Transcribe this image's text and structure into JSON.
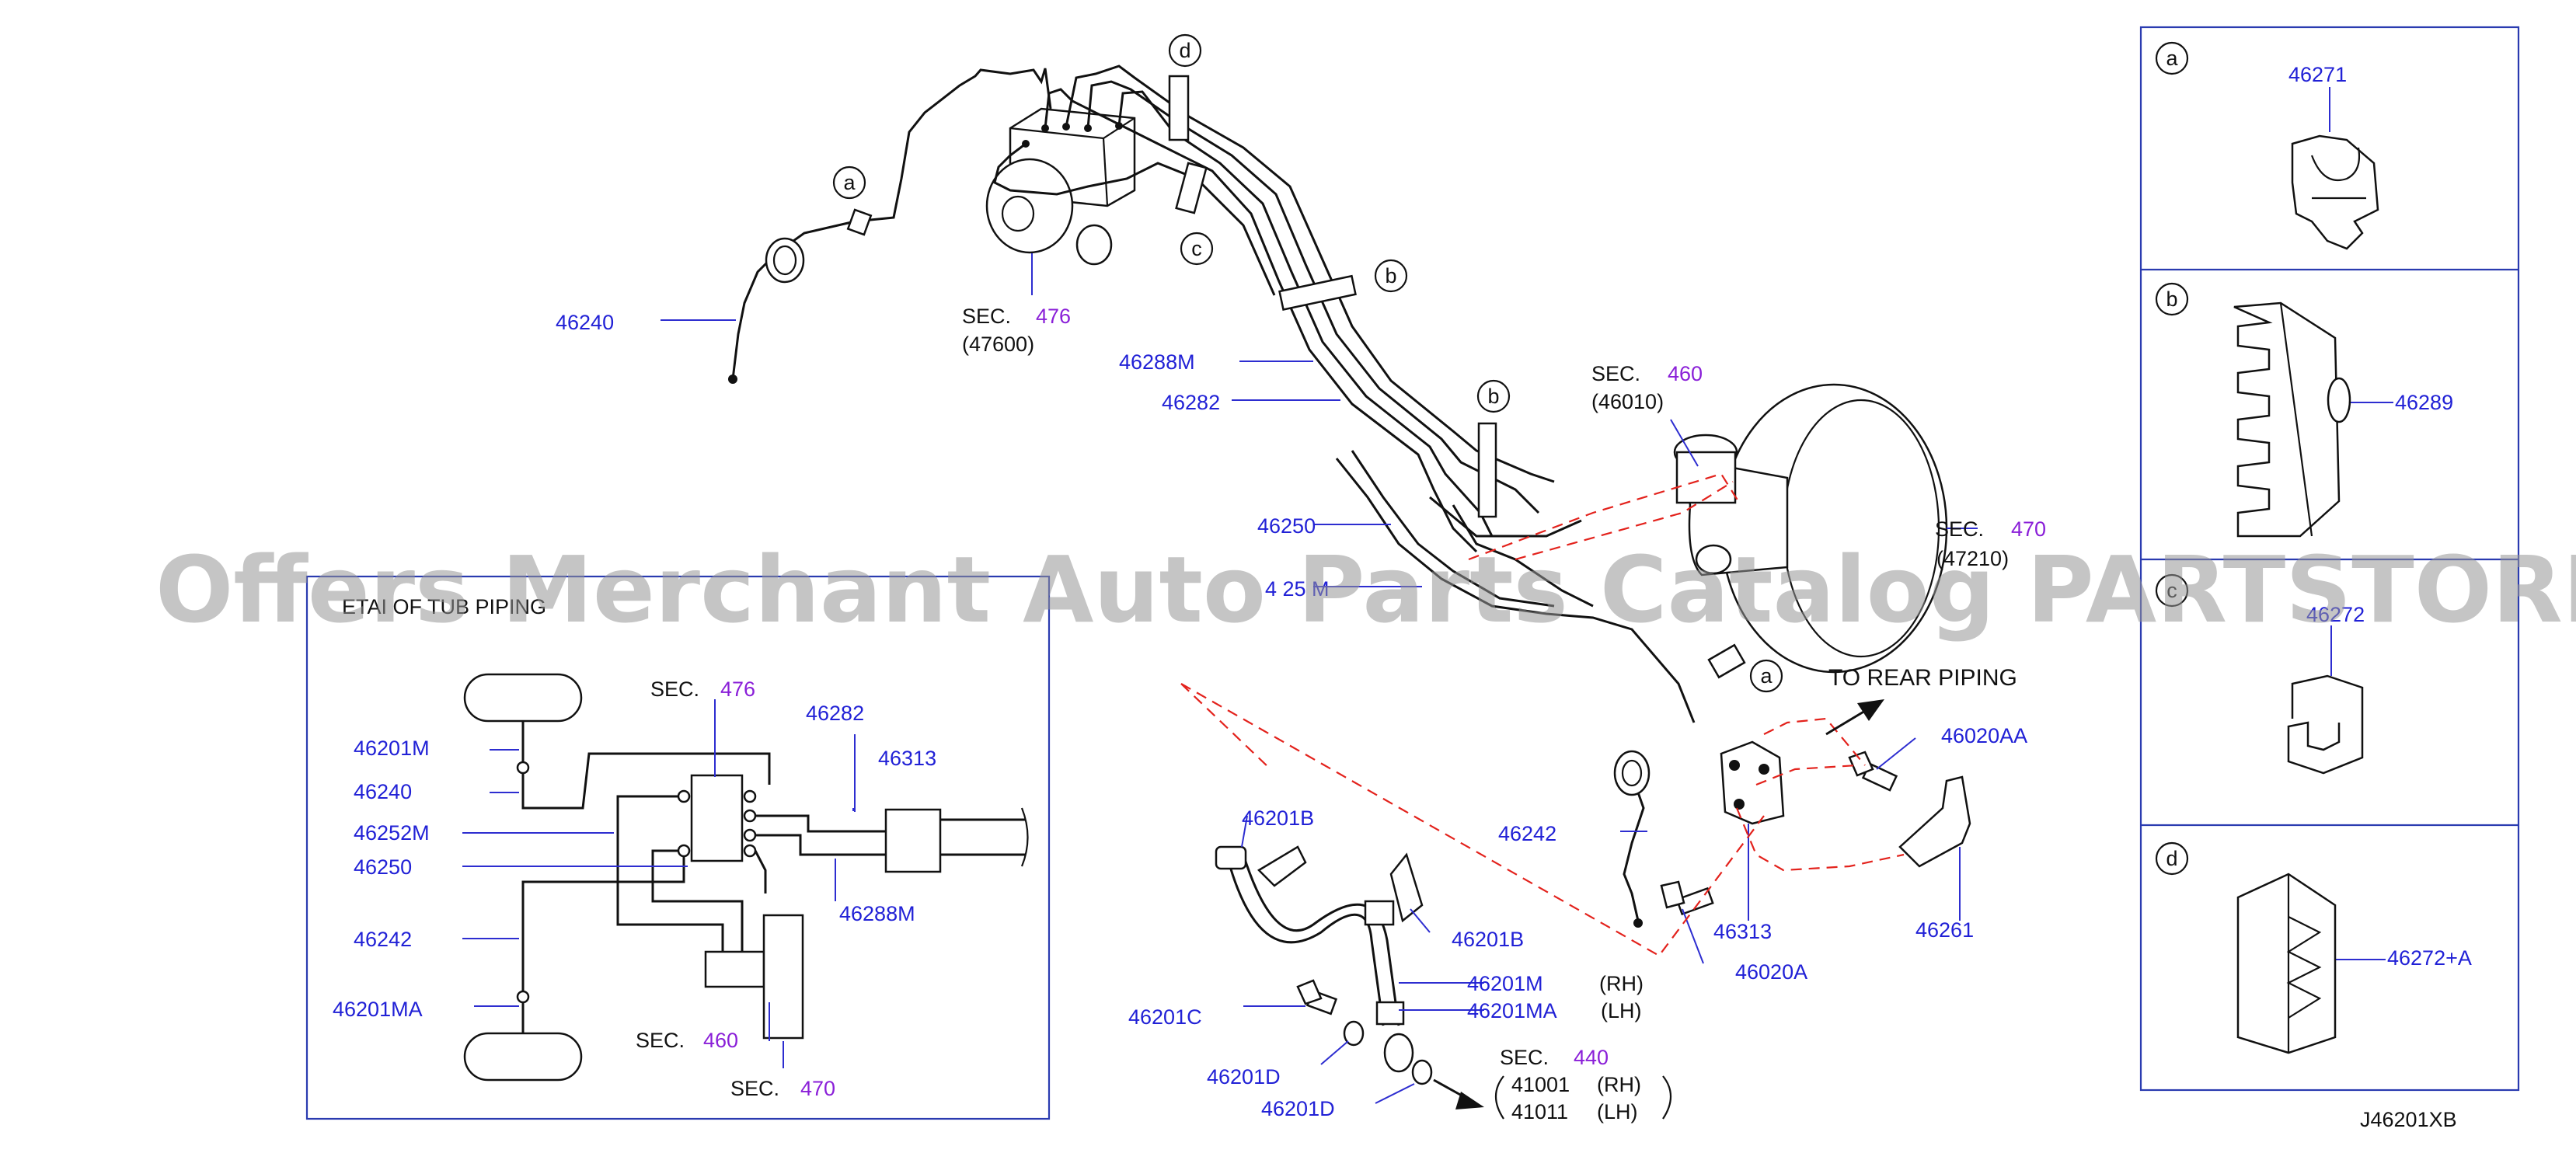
{
  "watermark": "Offers Merchant Auto Parts Catalog PARTSTORE.SA",
  "diagram_code": "J46201XB",
  "main": {
    "p46240": "46240",
    "sec": "SEC.",
    "sec476": "476",
    "p47600": "(47600)",
    "p46288M": "46288M",
    "p46282": "46282",
    "sec460": "460",
    "p46010": "(46010)",
    "p46250": "46250",
    "p4625xM_partial": "4 25 M",
    "sec470": "470",
    "p47210_partial": "(47210)",
    "to_rear_piping": "TO REAR PIPING",
    "p46020AA": "46020AA",
    "p46242": "46242",
    "p46313": "46313",
    "p46261": "46261",
    "p46020A": "46020A",
    "p46201B_top": "46201B",
    "p46201B_bottom": "46201B",
    "p46201M": "46201M",
    "p46201MA": "46201MA",
    "rh": "(RH)",
    "lh": "(LH)",
    "p46201C": "46201C",
    "p46201D_a": "46201D",
    "p46201D_b": "46201D",
    "sec440": "440",
    "p41001": "41001",
    "p41011": "41011",
    "callouts": {
      "a": "a",
      "b": "b",
      "c": "c",
      "d": "d"
    }
  },
  "detail": {
    "title_partial": "ETAI   OF TUB   PIPING",
    "p46201M": "46201M",
    "p46240": "46240",
    "p46252M": "46252M",
    "p46250": "46250",
    "p46242": "46242",
    "p46201MA": "46201MA",
    "sec": "SEC.",
    "sec476": "476",
    "p46282": "46282",
    "p46313": "46313",
    "p46288M": "46288M",
    "sec460": "460",
    "sec470": "470"
  },
  "panels": [
    {
      "letter": "a",
      "part": "46271"
    },
    {
      "letter": "b",
      "part": "46289"
    },
    {
      "letter": "c",
      "part": "46272"
    },
    {
      "letter": "d",
      "part": "46272+A"
    }
  ]
}
